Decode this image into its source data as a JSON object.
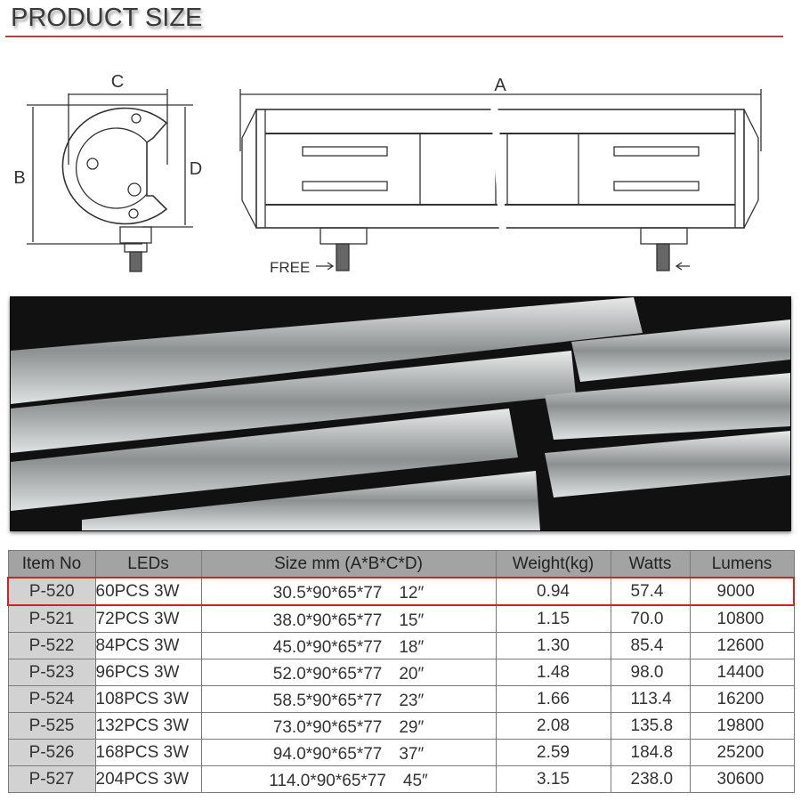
{
  "header": {
    "title": "PRODUCT SIZE"
  },
  "diagram": {
    "labels": {
      "a": "A",
      "b": "B",
      "c": "C",
      "d": "D"
    },
    "free_label": "FREE"
  },
  "table": {
    "headers": [
      "Item No",
      "LEDs",
      "Size mm (A*B*C*D)",
      "Weight(kg)",
      "Watts",
      "Lumens"
    ],
    "highlight_color": "#d62020",
    "rows": [
      {
        "item": "P-520",
        "leds": "60PCS 3W",
        "size": "30.5*90*65*77　12″",
        "weight": "0.94",
        "watts": "57.4",
        "lumens": "9000"
      },
      {
        "item": "P-521",
        "leds": "72PCS 3W",
        "size": "38.0*90*65*77　15″",
        "weight": "1.15",
        "watts": "70.0",
        "lumens": "10800"
      },
      {
        "item": "P-522",
        "leds": "84PCS 3W",
        "size": "45.0*90*65*77　18″",
        "weight": "1.30",
        "watts": "85.4",
        "lumens": "12600"
      },
      {
        "item": "P-523",
        "leds": "96PCS 3W",
        "size": "52.0*90*65*77　20″",
        "weight": "1.48",
        "watts": "98.0",
        "lumens": "14400"
      },
      {
        "item": "P-524",
        "leds": "108PCS 3W",
        "size": "58.5*90*65*77　23″",
        "weight": "1.66",
        "watts": "113.4",
        "lumens": "16200"
      },
      {
        "item": "P-525",
        "leds": "132PCS 3W",
        "size": "73.0*90*65*77　29″",
        "weight": "2.08",
        "watts": "135.8",
        "lumens": "19800"
      },
      {
        "item": "P-526",
        "leds": "168PCS 3W",
        "size": "94.0*90*65*77　37″",
        "weight": "2.59",
        "watts": "184.8",
        "lumens": "25200"
      },
      {
        "item": "P-527",
        "leds": "204PCS 3W",
        "size": "114.0*90*65*77　45″",
        "weight": "3.15",
        "watts": "238.0",
        "lumens": "30600"
      }
    ]
  }
}
